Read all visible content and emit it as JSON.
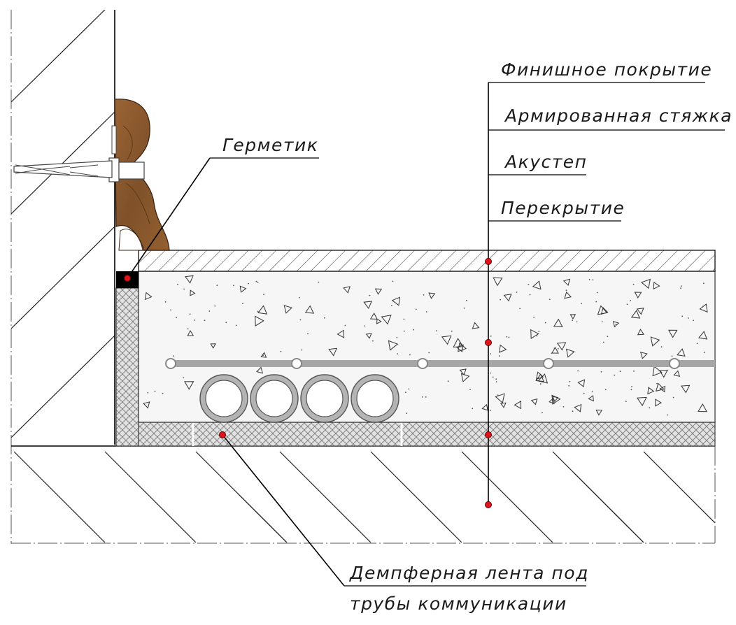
{
  "diagram": {
    "labels": {
      "finish": "Финишное покрытие",
      "screed": "Армированная стяжка",
      "acoustic": "Акустеп",
      "slab": "Перекрытие",
      "sealant": "Герметик",
      "damper_line1": "Демпферная лента под",
      "damper_line2": "трубы коммуникации"
    },
    "colors": {
      "wood_plinth": "#8B5A2B",
      "marker_dot": "#e0141e",
      "sealant_block": "#000000",
      "rebar": "#a6a6a6",
      "pipe": "#b4b4b4",
      "insulation_fill": "#e2e2e2"
    },
    "icons": [
      "wall-anchor-icon",
      "plinth-icon",
      "pipe-icon",
      "marker-dot-icon"
    ]
  }
}
